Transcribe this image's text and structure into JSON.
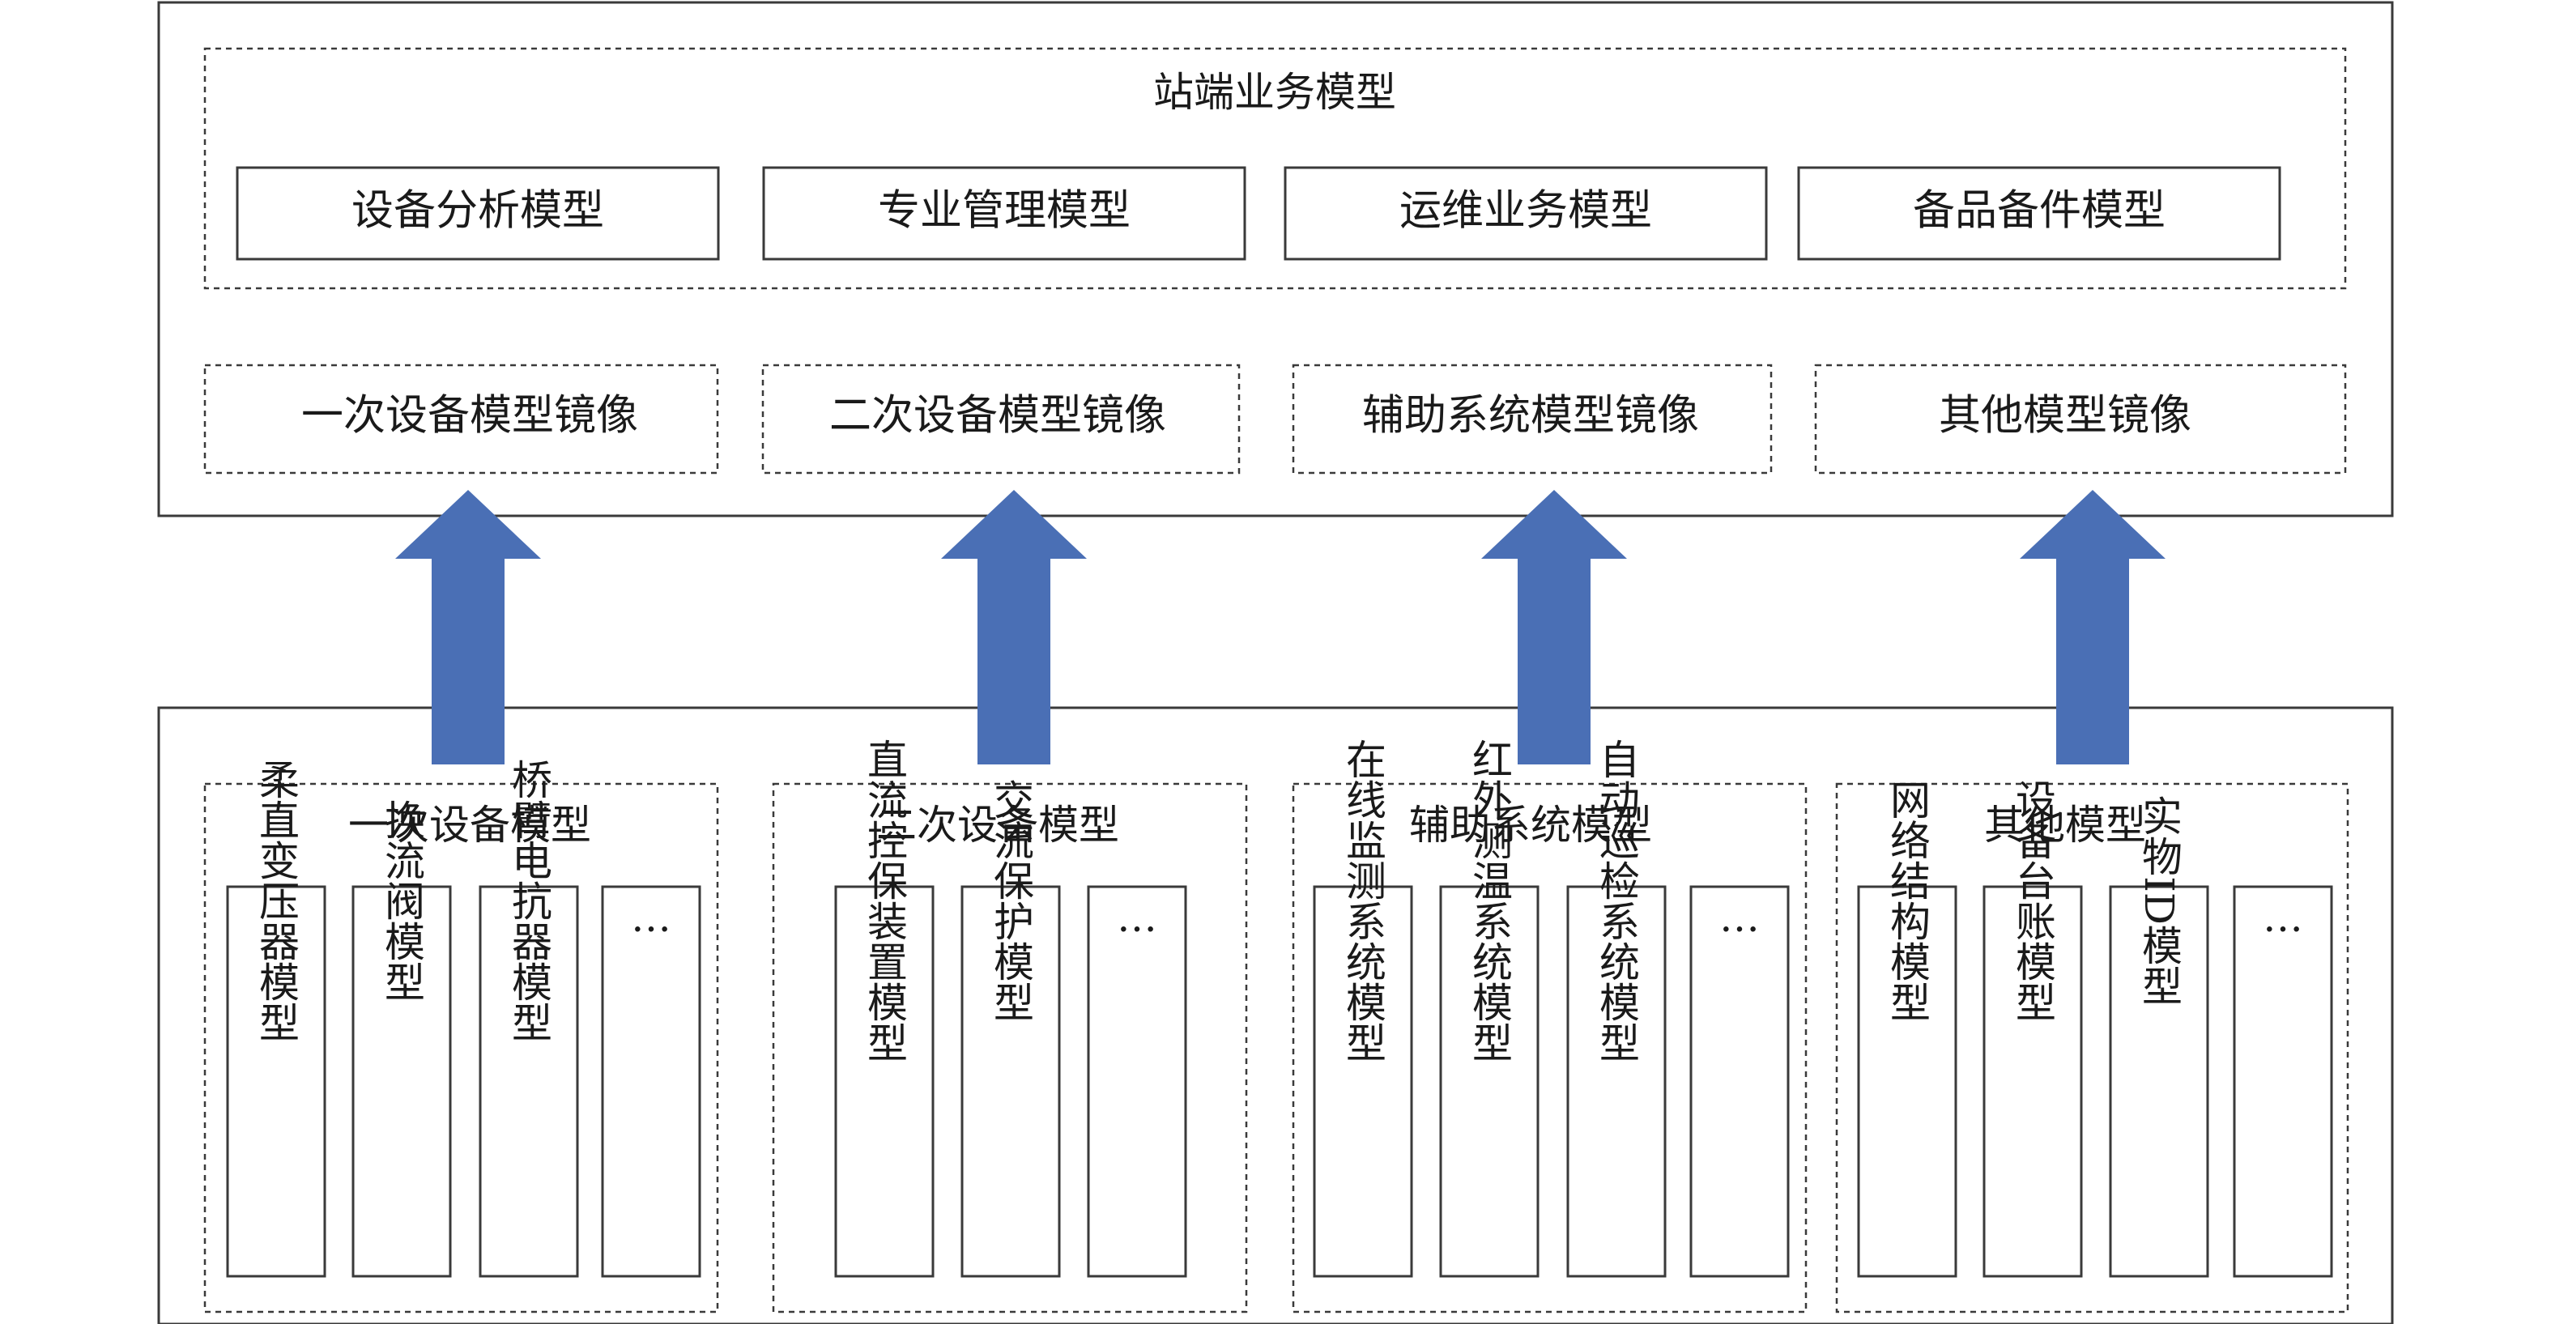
{
  "top_panel": {
    "business_box": {
      "title": "站端业务模型",
      "models": [
        "设备分析模型",
        "专业管理模型",
        "运维业务模型",
        "备品备件模型"
      ]
    },
    "mirrors": [
      "一次设备模型镜像",
      "二次设备模型镜像",
      "辅助系统模型镜像",
      "其他模型镜像"
    ]
  },
  "arrow_color": "#4a6fb5",
  "bottom_panel": {
    "groups": [
      {
        "title": "一次设备模型",
        "items": [
          "柔直变压器模型",
          "换流阀模型",
          "桥臂电抗器模型",
          "…"
        ]
      },
      {
        "title": "二次设备模型",
        "items": [
          "直流控保装置模型",
          "交流保护模型",
          "…"
        ]
      },
      {
        "title": "辅助系统模型",
        "items": [
          "在线监测系统模型",
          "红外测温系统模型",
          "自动巡检系统模型",
          "…"
        ]
      },
      {
        "title": "其他模型",
        "items": [
          "网络结构模型",
          "设备台账模型",
          "实物ID模型",
          "…"
        ]
      }
    ]
  }
}
